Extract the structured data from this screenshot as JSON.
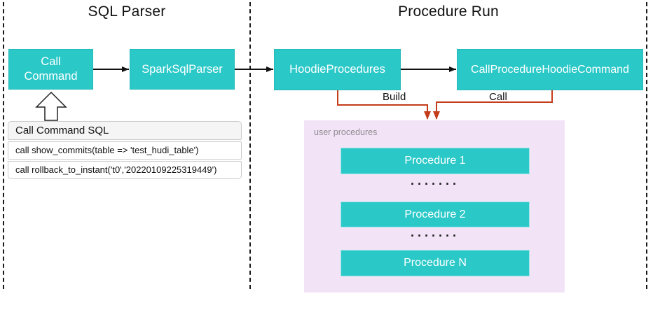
{
  "sections": {
    "left": {
      "title": "SQL Parser"
    },
    "right": {
      "title": "Procedure Run"
    }
  },
  "nodes": {
    "call_command": {
      "line1": "Call",
      "line2": "Command"
    },
    "spark_sql_parser": {
      "label": "SparkSqlParser"
    },
    "hoodie_procedures": {
      "label": "HoodieProcedures"
    },
    "call_procedure_hoodie_command": {
      "label": "CallProcedureHoodieCommand"
    }
  },
  "edges": {
    "build_label": "Build",
    "call_label": "Call"
  },
  "sql_panel": {
    "header": "Call Command SQL",
    "rows": [
      "call show_commits(table => 'test_hudi_table')",
      "call rollback_to_instant('t0','20220109225319449')"
    ]
  },
  "user_procedures": {
    "label": "user procedures",
    "items": [
      "Procedure 1",
      "Procedure 2",
      "Procedure N"
    ],
    "ellipsis": "·······"
  },
  "colors": {
    "node_teal": "#2bc8c8",
    "connector_orange": "#c43c1a",
    "container_purple": "#f2e4f6",
    "panel_header_gray": "#f5f5f5",
    "divider_black": "#1a1a1a",
    "label_gray": "#8f8a92"
  }
}
